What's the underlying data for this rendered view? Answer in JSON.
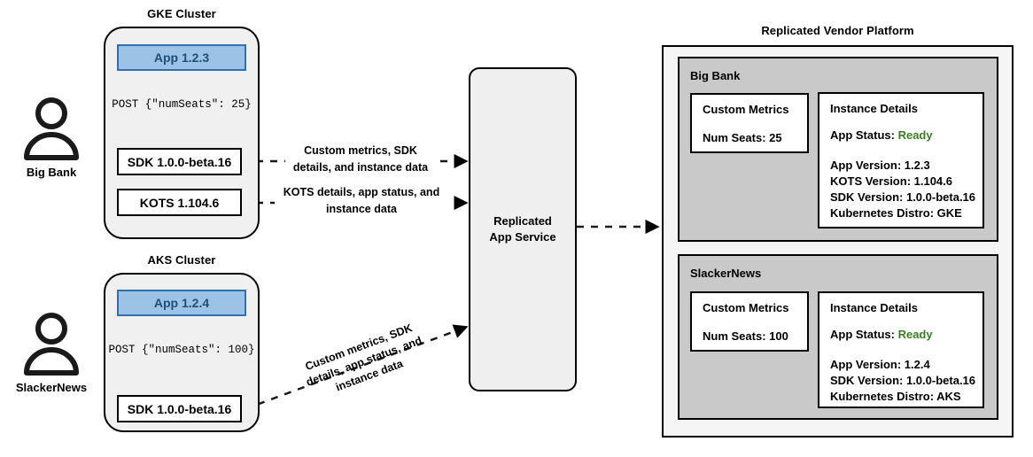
{
  "diagram": {
    "title_gke": "GKE Cluster",
    "title_aks": "AKS Cluster",
    "title_platform": "Replicated Vendor Platform"
  },
  "personas": [
    {
      "name": "Big Bank",
      "icon": "user-icon"
    },
    {
      "name": "SlackerNews",
      "icon": "user-icon"
    }
  ],
  "gke_cluster": {
    "title": "GKE Cluster",
    "app": "App 1.2.3",
    "post": "POST {\"numSeats\": 25}",
    "sdk": "SDK 1.0.0-beta.16",
    "kots": "KOTS 1.104.6"
  },
  "aks_cluster": {
    "title": "AKS Cluster",
    "app": "App 1.2.4",
    "post": "POST {\"numSeats\": 100}",
    "sdk": "SDK 1.0.0-beta.16"
  },
  "edges": {
    "sdk_to_service": "Custom metrics, SDK details, and instance data",
    "sdk_to_service_l1": "Custom metrics, SDK",
    "sdk_to_service_l2": "details, and instance data",
    "kots_to_service_l1": "KOTS details, app status, and",
    "kots_to_service_l2": "instance data",
    "aks_to_service_l1": "Custom metrics, SDK",
    "aks_to_service_l2": "details, app status, and",
    "aks_to_service_l3": "instance data"
  },
  "service": {
    "line1": "Replicated",
    "line2": "App Service"
  },
  "platform": {
    "title": "Replicated Vendor Platform",
    "tenants": [
      {
        "name": "Big Bank",
        "metrics": {
          "heading": "Custom Metrics",
          "rows": [
            "Num Seats: 25"
          ]
        },
        "details": {
          "heading": "Instance Details",
          "status_label": "App Status:",
          "status_value": "Ready",
          "rows": [
            "App Version: 1.2.3",
            "KOTS Version: 1.104.6",
            "SDK Version: 1.0.0-beta.16",
            "Kubernetes Distro: GKE"
          ]
        }
      },
      {
        "name": "SlackerNews",
        "metrics": {
          "heading": "Custom Metrics",
          "rows": [
            "Num Seats: 100"
          ]
        },
        "details": {
          "heading": "Instance Details",
          "status_label": "App Status:",
          "status_value": "Ready",
          "rows": [
            "App Version: 1.2.4",
            "SDK Version: 1.0.0-beta.16",
            "Kubernetes Distro: AKS"
          ]
        }
      }
    ]
  },
  "colors": {
    "app_fill": "#9cc3e5",
    "app_border": "#2e70b0",
    "app_text": "#1f4e79",
    "cluster_fill": "#f0f0f0",
    "tenant_fill": "#c9c9c9",
    "platform_fill": "#f5f5f5",
    "status_ready": "#3a7d22",
    "stroke": "#000000"
  }
}
